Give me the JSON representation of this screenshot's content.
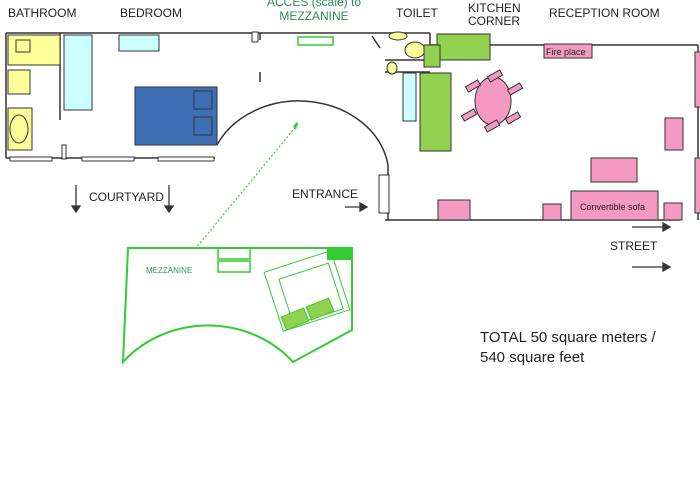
{
  "labels": {
    "bathroom": "BATHROOM",
    "bedroom": "BEDROOM",
    "access_line1": "ACCES (scale) to",
    "access_line2": "MEZZANINE",
    "toilet": "TOILET",
    "kitchen_line1": "KITCHEN",
    "kitchen_line2": "CORNER",
    "reception": "RECEPTION ROOM",
    "fireplace": "Fire place",
    "courtyard": "COURTYARD",
    "entrance": "ENTRANCE",
    "sofa": "Convertible sofa",
    "street": "STREET",
    "mezzanine": "MEZZANINE",
    "total_line1": "TOTAL 50 square meters /",
    "total_line2": "540 square feet"
  },
  "colors": {
    "wall": "#333333",
    "bathroom_yellow": "#ffff99",
    "bed_blue": "#3d6fb4",
    "fixture_cyan": "#ccffff",
    "kitchen_green": "#92d050",
    "furniture_pink": "#f49ac2",
    "mezzanine_green": "#33cc33",
    "mezzanine_label": "#2e9e4e",
    "access_label": "#2e8b57"
  }
}
